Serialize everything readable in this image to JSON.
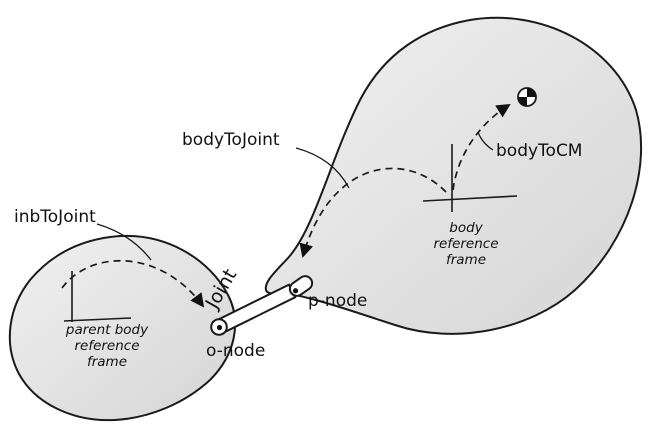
{
  "diagram": {
    "labels": {
      "inb_to_joint": "inbToJoint",
      "body_to_joint": "bodyToJoint",
      "body_to_cm": "bodyToCM",
      "joint": "Joint",
      "p_node": "p-node",
      "o_node": "o-node"
    },
    "parent_frame_lines": [
      "parent body",
      "reference",
      "frame"
    ],
    "body_frame_lines": [
      "body",
      "reference",
      "frame"
    ],
    "colors": {
      "outline": "#1a1a1a",
      "body_fill_light": "#f1f1f1",
      "body_fill_dark": "#d5d5d5",
      "background": "#ffffff"
    }
  }
}
